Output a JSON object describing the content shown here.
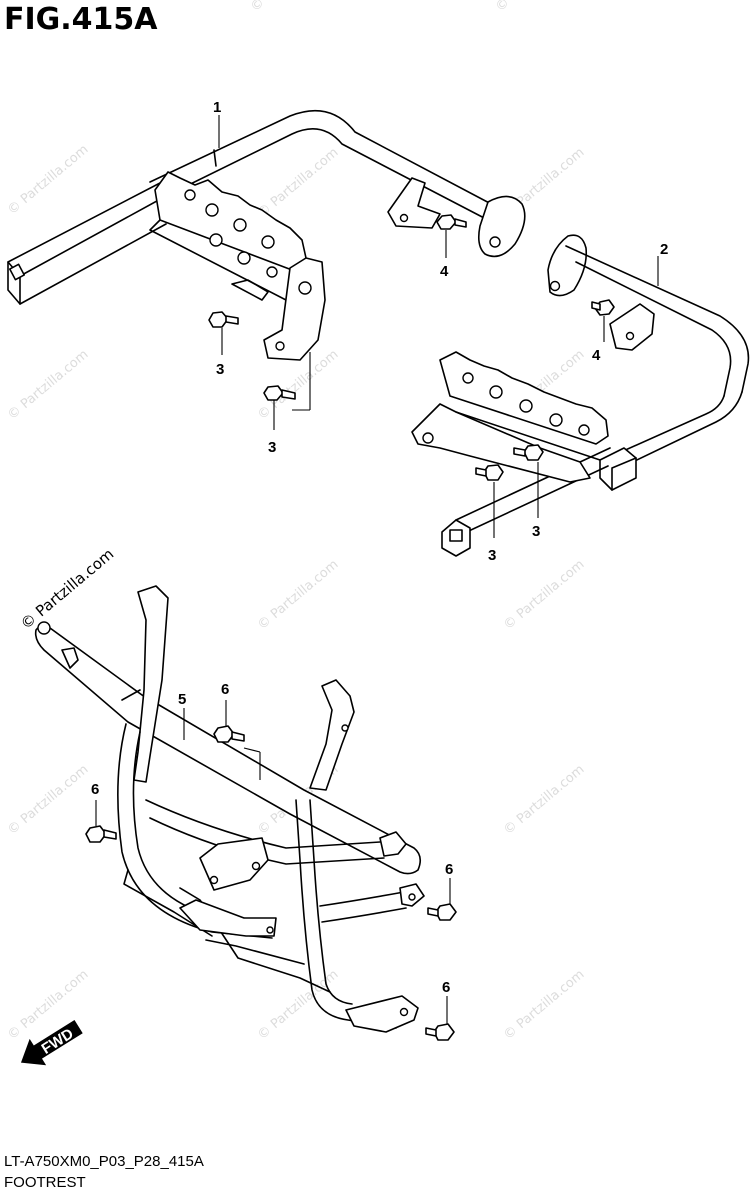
{
  "figure": {
    "title": "FIG.415A",
    "code": "LT-A750XM0_P03_P28_415A",
    "name": "FOOTREST"
  },
  "callouts": [
    {
      "id": "c1",
      "label": "1"
    },
    {
      "id": "c2",
      "label": "2"
    },
    {
      "id": "c3a",
      "label": "3"
    },
    {
      "id": "c3b",
      "label": "3"
    },
    {
      "id": "c3c",
      "label": "3"
    },
    {
      "id": "c3d",
      "label": "3"
    },
    {
      "id": "c4a",
      "label": "4"
    },
    {
      "id": "c4b",
      "label": "4"
    },
    {
      "id": "c5",
      "label": "5"
    },
    {
      "id": "c6a",
      "label": "6"
    },
    {
      "id": "c6b",
      "label": "6"
    },
    {
      "id": "c6c",
      "label": "6"
    },
    {
      "id": "c6d",
      "label": "6"
    }
  ],
  "watermark": "© Partzilla.com",
  "direction_badge": {
    "label": "FWD"
  }
}
